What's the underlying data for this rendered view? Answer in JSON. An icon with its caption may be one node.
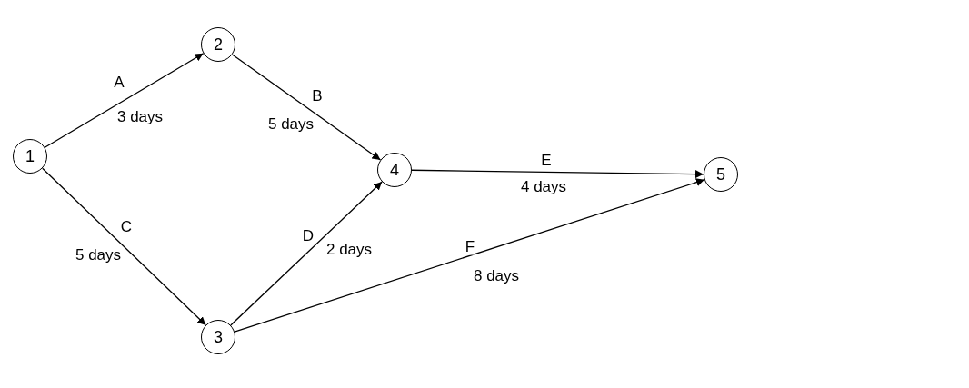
{
  "diagram": {
    "nodes": [
      {
        "text": [
          "1"
        ]
      },
      {
        "text": [
          "2"
        ]
      },
      {
        "text": [
          "3"
        ]
      },
      {
        "text": [
          "4"
        ]
      },
      {
        "text": [
          "5"
        ]
      }
    ],
    "edges": [
      {
        "from": 0,
        "to": 1,
        "arrow": "to",
        "label": "A"
      },
      {
        "from": 1,
        "to": 3,
        "arrow": "to",
        "label": "B"
      },
      {
        "from": 0,
        "to": 2,
        "arrow": "to",
        "label": "C"
      },
      {
        "from": 2,
        "to": 3,
        "arrow": "to",
        "label": "D"
      },
      {
        "from": 3,
        "to": 4,
        "arrow": "to",
        "label": "E"
      },
      {
        "from": 2,
        "to": 4,
        "arrow": "to",
        "label": "F"
      }
    ],
    "labels": [
      "3 days",
      "5 days",
      "5 days",
      "2 days",
      "4 days",
      "8 days"
    ]
  }
}
